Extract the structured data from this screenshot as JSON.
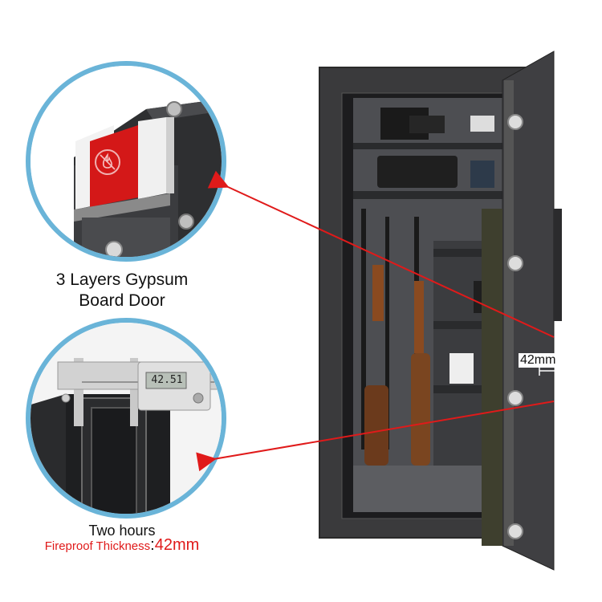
{
  "callout_top": {
    "caption_line1": "3 Layers Gypsum",
    "caption_line2": "Board Door"
  },
  "callout_bottom": {
    "caption_line1": "Two hours",
    "caption_prefix": "Fireproof Thickness",
    "caption_colon": ":",
    "caption_value": "42mm",
    "caliper_reading": "42.51"
  },
  "door_measure": {
    "label": "42mm"
  },
  "colors": {
    "accent_ring": "#6ab4d8",
    "arrow": "#e01a1a",
    "highlight_text": "#e01a1a",
    "safe_body": "#3a3a3c"
  },
  "icons": [
    "fireproof-icon"
  ]
}
